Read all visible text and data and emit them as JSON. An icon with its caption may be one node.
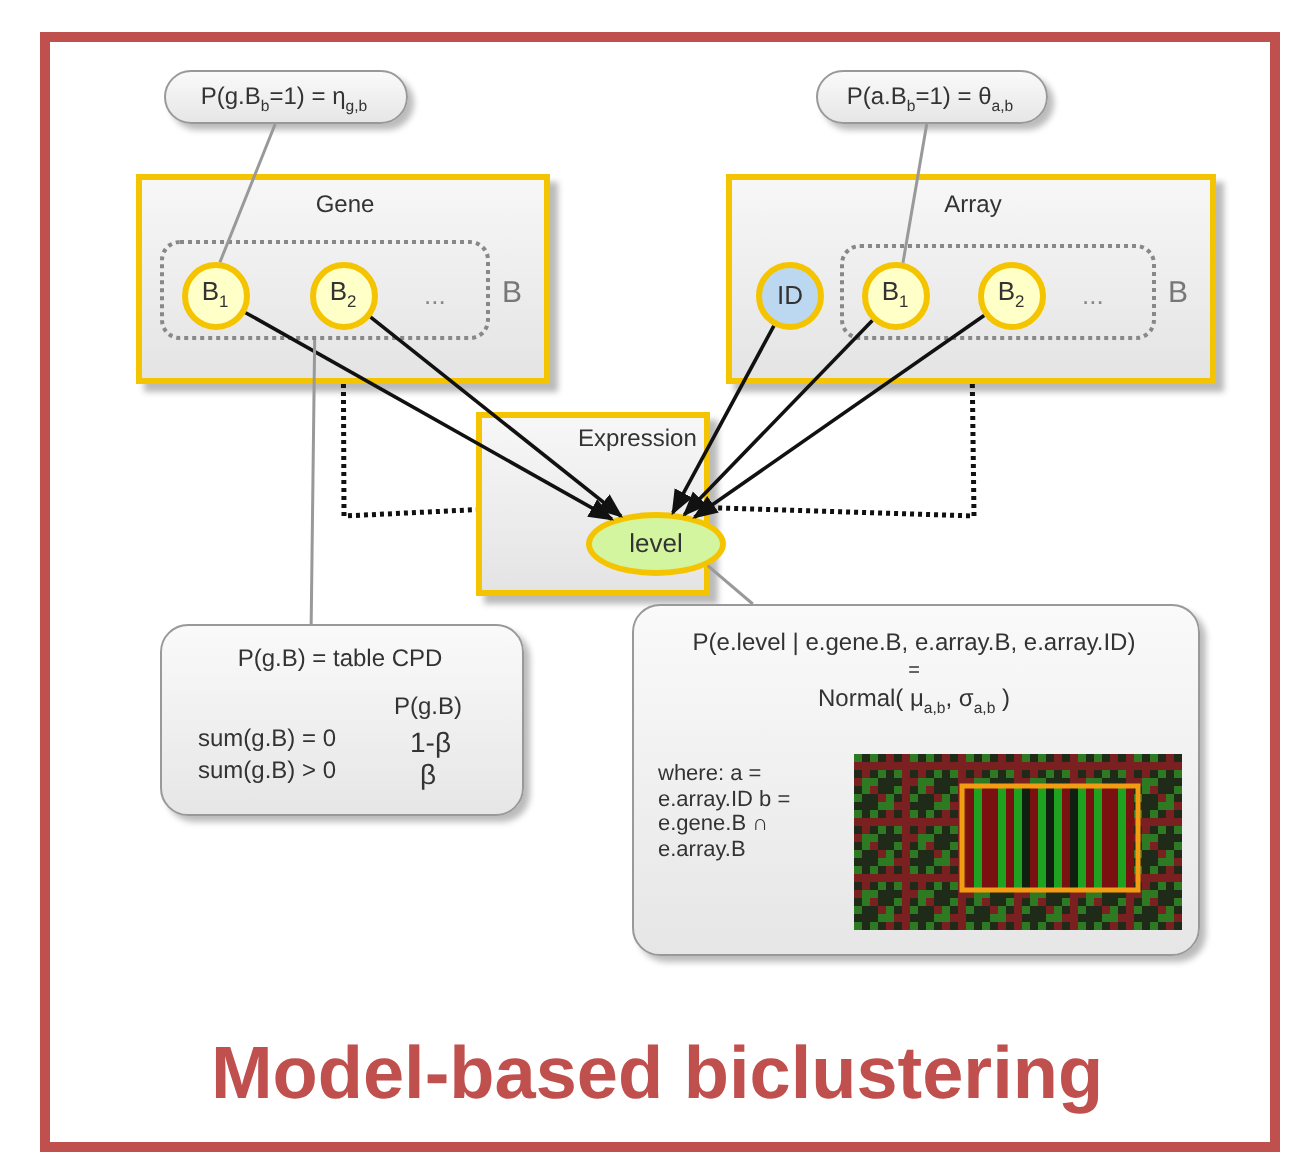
{
  "diagram": {
    "title": "Model-based biclustering",
    "nodes": [
      {
        "text": [
          "Gene"
        ]
      },
      {
        "text": [
          "B"
        ],
        "in": 0
      },
      {
        "text": [
          "B$_{1}$"
        ],
        "in": 1
      },
      {
        "text": [
          "B$_{2}$"
        ],
        "in": 1
      },
      {
        "text": [
          "Array"
        ]
      },
      {
        "text": [
          "ID"
        ],
        "in": 4
      },
      {
        "text": [
          "B"
        ],
        "in": 4
      },
      {
        "text": [
          "B$_{1}$"
        ],
        "in": 6
      },
      {
        "text": [
          "B$_{2}$"
        ],
        "in": 6
      },
      {
        "text": [
          "Expression"
        ]
      },
      {
        "text": [
          "level"
        ],
        "in": 9
      },
      {
        "text": [
          "P(g.B$_{b}$=1) = η$_{g,b}$"
        ]
      },
      {
        "text": [
          "P(a.B$_{b}$=1) = θ$_{a,b}$"
        ]
      },
      {
        "text": [
          "P(g.B) = table CPD",
          "P(g.B)",
          "sum(g.B) = 0",
          "1-β",
          "sum(g.B) > 0",
          "β"
        ]
      },
      {
        "text": [
          "P(e.level | e.gene.B, e.array.B, e.array.ID)",
          "=",
          "Normal( μ$_{a,b}$, σ$_{a,b}$ )",
          "where: a = e.array.ID b = e.gene.B ∩ e.array.B"
        ]
      }
    ],
    "edges": [
      {
        "from": 2,
        "to": 10,
        "arrow": "to"
      },
      {
        "from": 3,
        "to": 10,
        "arrow": "to"
      },
      {
        "from": 5,
        "to": 10,
        "arrow": "to"
      },
      {
        "from": 7,
        "to": 10,
        "arrow": "to"
      },
      {
        "from": 8,
        "to": 10,
        "arrow": "to"
      },
      {
        "from": 0,
        "to": 9,
        "arrow": "none",
        "style": "dashed"
      },
      {
        "from": 4,
        "to": 9,
        "arrow": "none",
        "style": "dashed"
      },
      {
        "from": 11,
        "to": 2,
        "arrow": "none",
        "color": "#999999"
      },
      {
        "from": 12,
        "to": 7,
        "arrow": "none",
        "color": "#999999"
      },
      {
        "from": 13,
        "to": 1,
        "arrow": "none",
        "color": "#999999"
      },
      {
        "from": 14,
        "to": 10,
        "arrow": "none",
        "color": "#999999"
      }
    ],
    "labels": [
      "...",
      "..."
    ]
  }
}
